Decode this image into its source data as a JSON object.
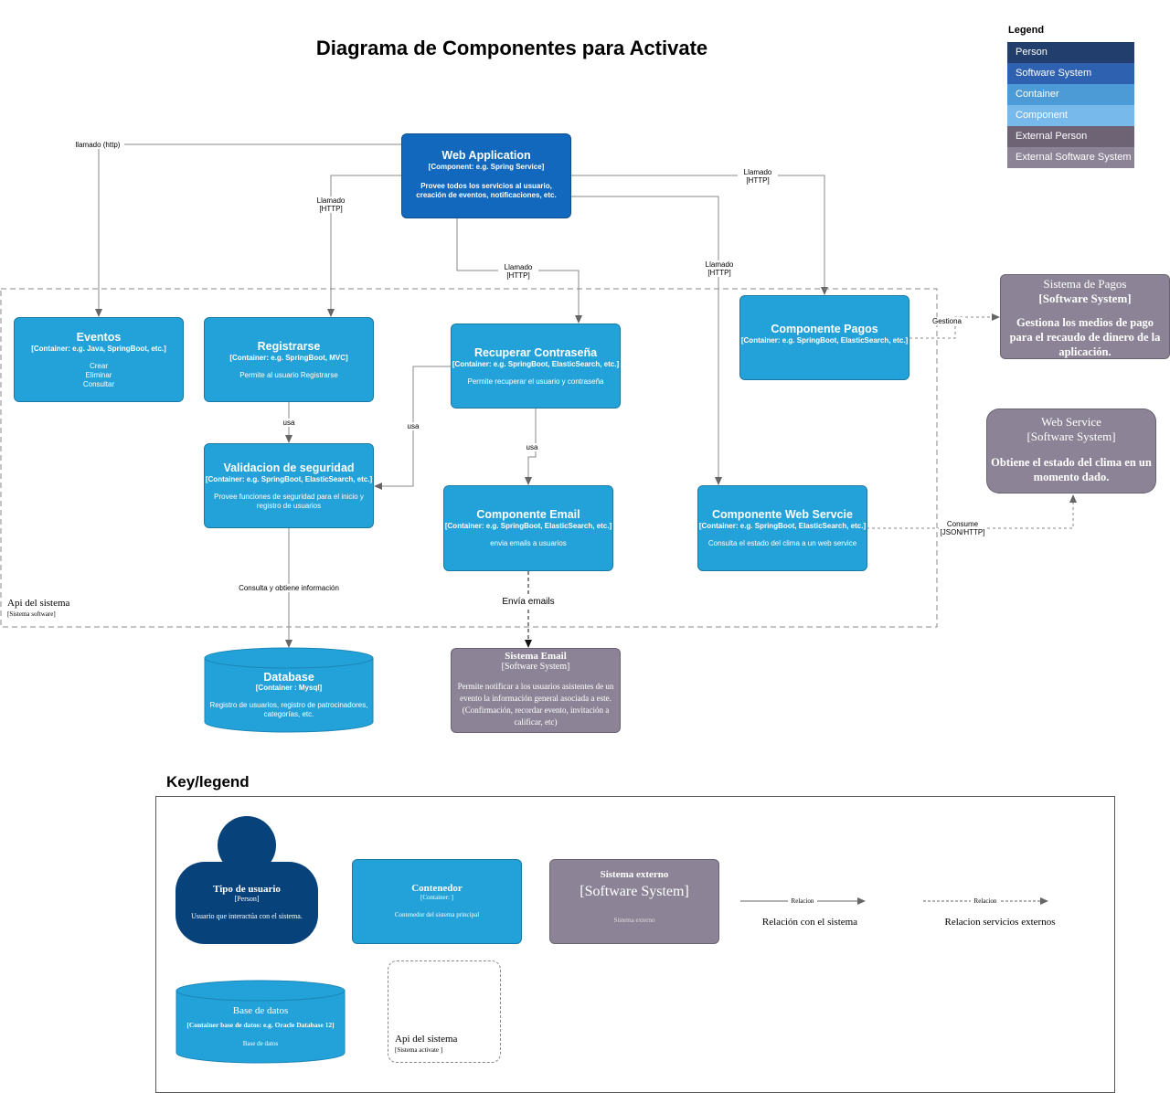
{
  "title": "Diagrama de Componentes  para Activate",
  "legend": {
    "title": "Legend",
    "items": [
      {
        "label": "Person",
        "color": "#213e6d"
      },
      {
        "label": "Software System",
        "color": "#2f61b1"
      },
      {
        "label": "Container",
        "color": "#4d9bd6"
      },
      {
        "label": "Component",
        "color": "#78b9ec"
      },
      {
        "label": "External Person",
        "color": "#6e6275"
      },
      {
        "label": "External Software System",
        "color": "#8c8396"
      }
    ]
  },
  "boundary": {
    "name": "Api del sistema",
    "type": "[Sistema software]"
  },
  "nodes": {
    "webapp": {
      "title": "Web Application",
      "type": "[Component: e.g. Spring Service]",
      "desc": "Provee todos los servicios al usuario, creación de eventos, notificaciones, etc."
    },
    "eventos": {
      "title": "Eventos",
      "type": "[Container: e.g. Java, SpringBoot, etc.]",
      "desc": "Crear\nEliminar\nConsultar"
    },
    "registrarse": {
      "title": "Registrarse",
      "type": "[Container: e.g. SpringBoot, MVC]",
      "desc": "Permite al usuario Registrarse"
    },
    "recuperar": {
      "title": "Recuperar Contraseña",
      "type": "[Container: e.g. SpringBoot, ElasticSearch, etc.]",
      "desc": "Permite recuperar el usuario y contraseña"
    },
    "pagos": {
      "title": "Componente Pagos",
      "type": "[Container: e.g. SpringBoot, ElasticSearch, etc.]",
      "desc": ""
    },
    "validacion": {
      "title": "Validacion de seguridad",
      "type": "[Container: e.g. SpringBoot, ElasticSearch, etc.]",
      "desc": "Provee funciones de seguridad para el inicio y registro de usuarios"
    },
    "email": {
      "title": "Componente Email",
      "type": "[Container: e.g. SpringBoot, ElasticSearch, etc.]",
      "desc": "envia emails a usuarios"
    },
    "webservcie": {
      "title": "Componente Web Servcie",
      "type": "[Container: e.g. SpringBoot, ElasticSearch, etc.]",
      "desc": "Consulta el estado del clima a un web service"
    },
    "database": {
      "title": "Database",
      "type": "[Container : Mysql]",
      "desc": "Registro de usuarios, registro de patrocinadores, categorías, etc."
    },
    "sistemaEmail": {
      "title": "Sistema Email",
      "type": "[Software System]",
      "desc": "Permite notificar a los usuarios asistentes de un evento la información general asociada a este. (Confirmación, recordar evento, invitación a calificar, etc)"
    },
    "sistemaPagos": {
      "title": "Sistema de Pagos",
      "type": "[Software System]",
      "desc": "Gestiona los medios de pago para el recaudo de dinero de la aplicación."
    },
    "webService": {
      "title": "Web Service",
      "type": "[Software System]",
      "desc": "Obtiene el estado del clima en un momento dado."
    }
  },
  "relations": {
    "r_eventos": "llamado (http)",
    "r_registrarse": "Llamado\n[HTTP]",
    "r_recuperar": "Llamado\n[HTTP]",
    "r_webservcie": "Llamado\n[HTTP]",
    "r_pagos": "Llamado\n[HTTP]",
    "r_reg_val": "usa",
    "r_rec_val": "usa",
    "r_rec_email": "usa",
    "r_val_db": "Consulta y obtiene información",
    "r_email_sis": "Envía emails",
    "r_pagos_sis": "Gestiona",
    "r_ws_sis": "Consume\n[JSON/HTTP]"
  },
  "key": {
    "title": "Key/legend",
    "person": {
      "title": "Tipo de usuario",
      "type": "[Person]",
      "desc": "Usuario que interactúa con el sistema."
    },
    "container": {
      "title": "Contenedor",
      "type": "[Container: ]",
      "desc": "Contenedor del sistema principal"
    },
    "external": {
      "title": "Sistema externo",
      "type": "[Software System]",
      "desc": "Sistema externo"
    },
    "rel1": {
      "label": "Relacion",
      "caption": "Relación con el sistema"
    },
    "rel2": {
      "label": "Relacion",
      "caption": "Relacion servicios externos"
    },
    "db": {
      "title": "Base de datos",
      "type": "[Container base de datos: e.g. Oracle Database 12]",
      "desc": "Base de datos"
    },
    "boundary": {
      "title": "Api del sistema",
      "type": "[Sistema activate ]"
    }
  }
}
